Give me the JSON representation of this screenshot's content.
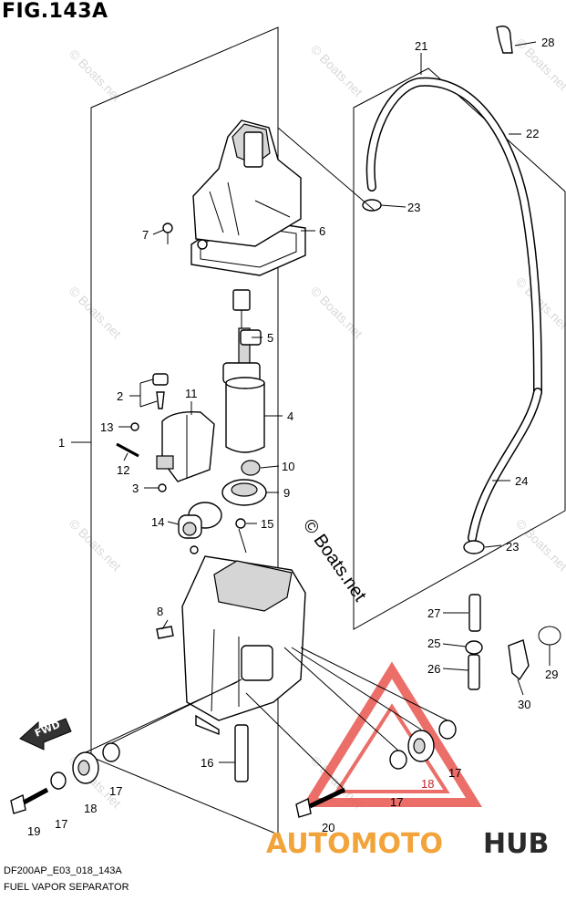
{
  "figure": {
    "title": "FIG.143A",
    "code": "DF200AP_E03_018_143A",
    "name": "FUEL VAPOR SEPARATOR"
  },
  "part_numbers": {
    "p1": "1",
    "p2": "2",
    "p3": "3",
    "p4": "4",
    "p5": "5",
    "p6": "6",
    "p7": "7",
    "p8": "8",
    "p9": "9",
    "p10": "10",
    "p11": "11",
    "p12": "12",
    "p13": "13",
    "p14": "14",
    "p15": "15",
    "p16": "16",
    "p17a": "17",
    "p17b": "17",
    "p17c": "17",
    "p17d": "17",
    "p18a": "18",
    "p18b": "18",
    "p19": "19",
    "p20": "20",
    "p21": "21",
    "p22": "22",
    "p23a": "23",
    "p23b": "23",
    "p24": "24",
    "p25": "25",
    "p26": "26",
    "p27": "27",
    "p28": "28",
    "p29": "29",
    "p30": "30"
  },
  "direction_arrow": "FWD",
  "copyright": "© Boats.net",
  "watermark": "© Boats.net",
  "brand": {
    "part1": "AUTOMOTO",
    "part2": "HUB"
  },
  "colors": {
    "brand_orange": "#f2a33a",
    "brand_dark": "#2a2a2a",
    "logo_red": "#e8554e",
    "callout_red": "#c1272d"
  }
}
